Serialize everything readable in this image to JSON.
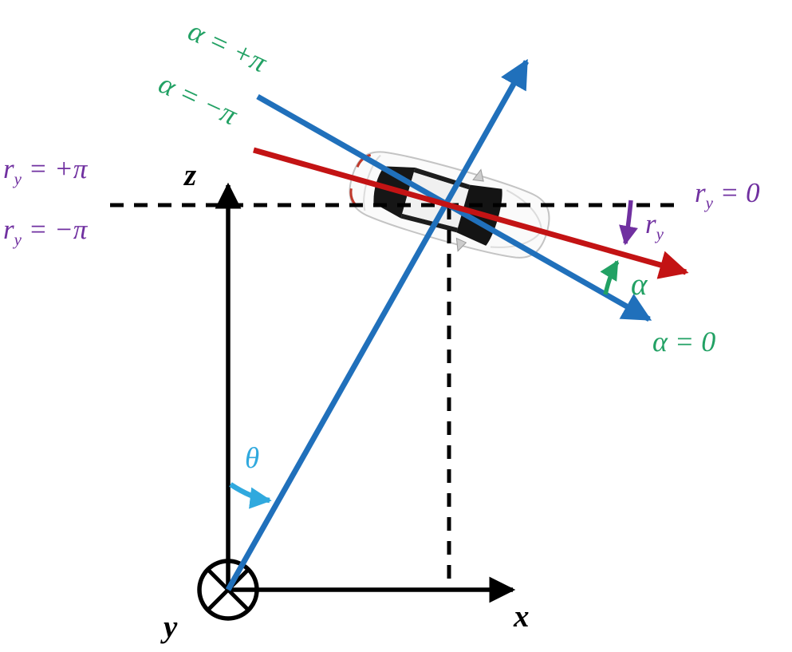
{
  "colors": {
    "axis_black": "#000000",
    "direction_line_blue": "#2070bb",
    "vehicle_axis_red": "#c31314",
    "alpha_green": "#22a164",
    "ry_purple": "#7030a0",
    "theta_cyan": "#30a9de",
    "background": "#ffffff"
  },
  "axes": {
    "z": "z",
    "x": "x",
    "y": "y"
  },
  "annotations": {
    "alpha_plus_pi": "α = +π",
    "alpha_minus_pi": "α = −π",
    "alpha_zero": "α = 0",
    "alpha_symbol": "α",
    "theta_symbol": "θ",
    "ry_plus_pi": {
      "base": "r",
      "sub": "y",
      "rest": " = +π"
    },
    "ry_minus_pi": {
      "base": "r",
      "sub": "y",
      "rest": " = −π"
    },
    "ry_zero": {
      "base": "r",
      "sub": "y",
      "rest": " = 0"
    },
    "ry_symbol": {
      "base": "r",
      "sub": "y",
      "rest": ""
    }
  },
  "icons": {
    "vehicle": "car-top-view-icon",
    "origin": "y-axis-into-page-icon"
  }
}
